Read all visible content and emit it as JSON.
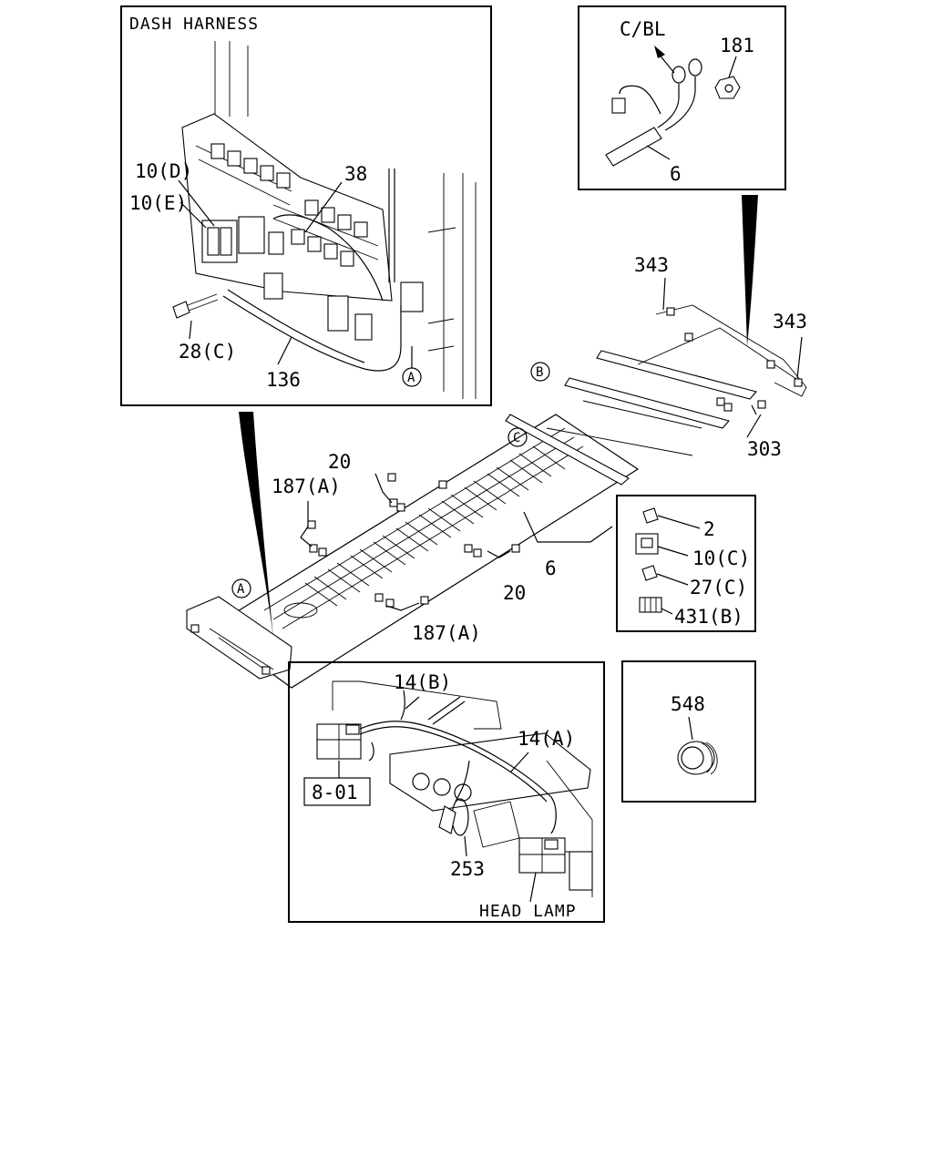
{
  "insets": {
    "dash_title": "DASH HARNESS",
    "head_lamp": "HEAD LAMP",
    "ref_box": "8-01"
  },
  "callouts": {
    "c_bl": "C/BL",
    "c181": "181",
    "c6_top": "6",
    "c343_left": "343",
    "c343_right": "343",
    "c303": "303",
    "c10d": "10(D)",
    "c10e": "10(E)",
    "c38": "38",
    "c28c": "28(C)",
    "c136": "136",
    "c20_top": "20",
    "c187a_top": "187(A)",
    "c6_mid": "6",
    "c20_mid": "20",
    "c187a_bot": "187(A)",
    "c2": "2",
    "c10c": "10(C)",
    "c27c": "27(C)",
    "c431b": "431(B)",
    "c548": "548",
    "c14b": "14(B)",
    "c14a": "14(A)",
    "c253": "253"
  },
  "circle_refs": {
    "a_dash": "A",
    "a_frame": "A",
    "b_frame": "B",
    "c_frame": "C"
  }
}
